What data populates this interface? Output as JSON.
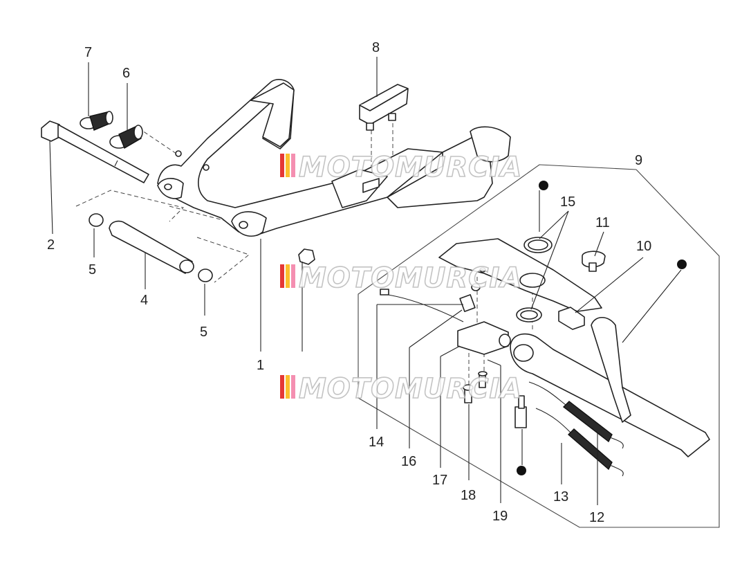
{
  "watermark": {
    "text": "MOTOMURCIA"
  },
  "callouts": [
    {
      "id": "1",
      "label": "1"
    },
    {
      "id": "2",
      "label": "2"
    },
    {
      "id": "4",
      "label": "4"
    },
    {
      "id": "5a",
      "label": "5"
    },
    {
      "id": "5b",
      "label": "5"
    },
    {
      "id": "6",
      "label": "6"
    },
    {
      "id": "7",
      "label": "7"
    },
    {
      "id": "8",
      "label": "8"
    },
    {
      "id": "9",
      "label": "9"
    },
    {
      "id": "10",
      "label": "10"
    },
    {
      "id": "11",
      "label": "11"
    },
    {
      "id": "12",
      "label": "12"
    },
    {
      "id": "13",
      "label": "13"
    },
    {
      "id": "14",
      "label": "14"
    },
    {
      "id": "15",
      "label": "15"
    },
    {
      "id": "16",
      "label": "16"
    },
    {
      "id": "17",
      "label": "17"
    },
    {
      "id": "18",
      "label": "18"
    },
    {
      "id": "19",
      "label": "19"
    }
  ],
  "colors": {
    "line": "#222222",
    "background": "#ffffff",
    "watermark_stroke": "#b9b9b9"
  }
}
